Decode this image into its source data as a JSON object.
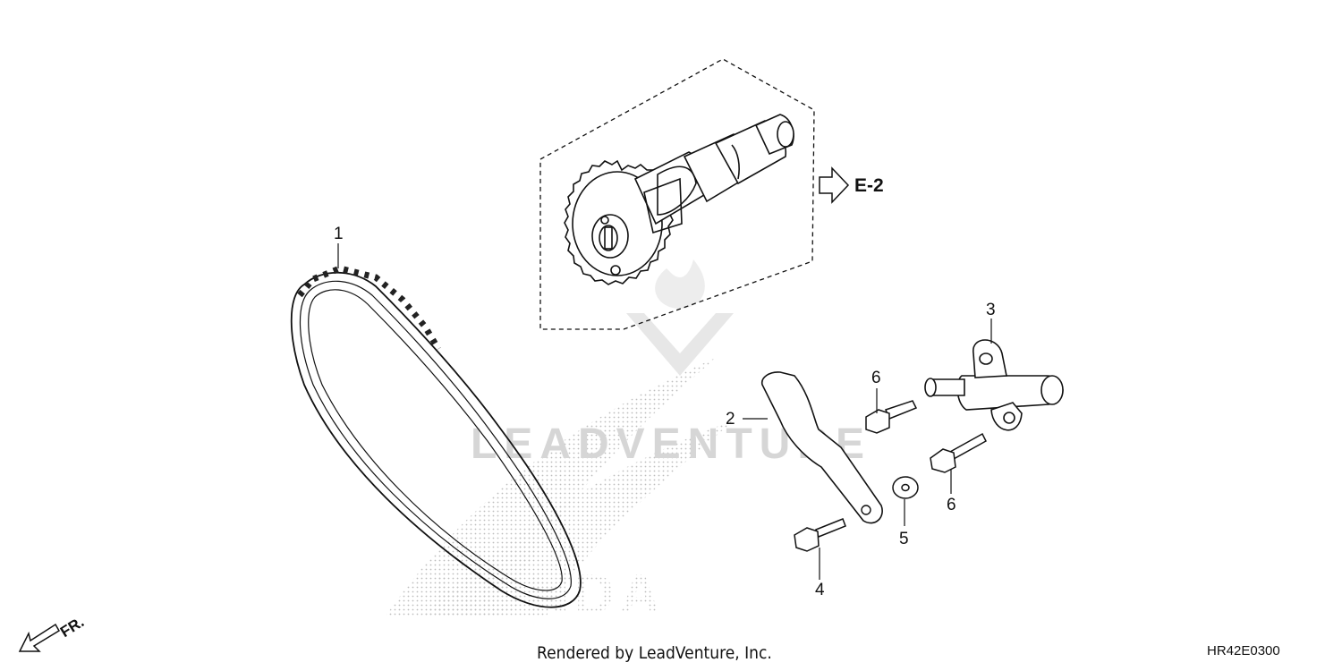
{
  "callouts": {
    "p1": "1",
    "p2": "2",
    "p3": "3",
    "p4": "4",
    "p5": "5",
    "p6a": "6",
    "p6b": "6"
  },
  "reference": {
    "label": "E-2"
  },
  "direction": {
    "label": "FR."
  },
  "footer": {
    "credit": "Rendered by LeadVenture, Inc.",
    "diagram_code": "HR42E0300"
  },
  "watermark": {
    "text": "LEADVENTURE",
    "brand": "HONDA",
    "color": "#c8c8c8"
  },
  "colors": {
    "line": "#111111",
    "background": "#ffffff"
  }
}
